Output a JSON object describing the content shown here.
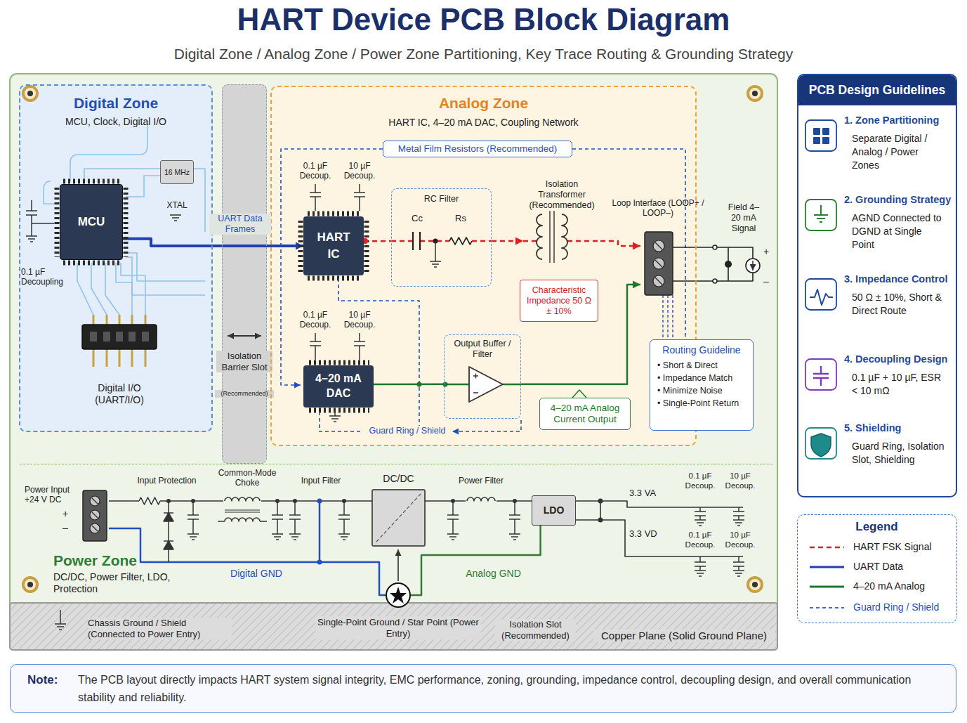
{
  "diagram": {
    "title": "HART Device PCB Block Diagram",
    "caption": "Digital Zone / Analog Zone / Power Zone Partitioning, Key Trace Routing & Grounding Strategy",
    "nodes": [
      {
        "text": [
          "Digital Zone",
          "MCU, Clock, Digital I/O"
        ]
      },
      {
        "text": [
          "MCU"
        ],
        "in": 0
      },
      {
        "text": [
          "16 MHz",
          "XTAL"
        ],
        "in": 0
      },
      {
        "text": [
          "Digital I/O (UART/I/O)"
        ],
        "in": 0
      },
      {
        "text": [
          "Isolation Barrier Slot",
          "(Recommended)"
        ]
      },
      {
        "text": [
          "Analog Zone",
          "HART IC, 4–20 mA DAC, Coupling Network"
        ]
      },
      {
        "text": [
          "Metal Film Resistors (Recommended)"
        ],
        "in": 5
      },
      {
        "text": [
          "HART IC"
        ],
        "in": 5
      },
      {
        "text": [
          "RC Filter"
        ],
        "in": 5
      },
      {
        "text": [
          "Isolation Transformer (Recommended)"
        ],
        "in": 5
      },
      {
        "text": [
          "Loop Interface (LOOP+ / LOOP–)"
        ],
        "in": 5
      },
      {
        "text": [
          "Characteristic Impedance 50 Ω ± 10%"
        ],
        "in": 5
      },
      {
        "text": [
          "4–20 mA DAC"
        ],
        "in": 5
      },
      {
        "text": [
          "Output Buffer / Filter"
        ],
        "in": 5
      },
      {
        "text": [
          "4–20 mA Analog Current Output"
        ],
        "in": 5
      },
      {
        "text": [
          "Routing Guideline",
          "• Short & Direct",
          "• Impedance Match",
          "• Minimize Noise",
          "• Single-Point Return"
        ]
      },
      {
        "text": [
          "Power Zone",
          "DC/DC, Power Filter, LDO, Protection"
        ]
      },
      {
        "text": [
          "Power Input +24 V DC"
        ],
        "in": 16
      },
      {
        "text": [
          "DC/DC"
        ],
        "in": 16
      },
      {
        "text": [
          "LDO"
        ],
        "in": 16
      },
      {
        "text": [
          "Single-Point Ground / Star Point (Power Entry)"
        ]
      },
      {
        "text": [
          "PCB Design Guidelines"
        ]
      },
      {
        "text": [
          "1. Zone Partitioning",
          "Separate Digital / Analog / Power Zones"
        ],
        "in": 21
      },
      {
        "text": [
          "2. Grounding Strategy",
          "AGND Connected to DGND at Single Point"
        ],
        "in": 21
      },
      {
        "text": [
          "3. Impedance Control",
          "50 Ω ± 10%, Short & Direct Route"
        ],
        "in": 21
      },
      {
        "text": [
          "4. Decoupling Design",
          "0.1 µF + 10 µF, ESR < 10 mΩ"
        ],
        "in": 21
      },
      {
        "text": [
          "5. Shielding",
          "Guard Ring, Isolation Slot, Shielding"
        ],
        "in": 21
      },
      {
        "text": [
          "Legend"
        ]
      },
      {
        "text": [
          "Note:",
          "The PCB layout directly impacts HART system signal integrity, EMC performance, zoning, grounding, impedance control, decoupling design, and overall communication stability and reliability."
        ]
      }
    ],
    "edges": [
      {
        "from": 1,
        "to": 7,
        "arrow": "to",
        "label": "UART Data Frames"
      },
      {
        "from": 7,
        "to": 8,
        "arrow": "none"
      },
      {
        "from": 8,
        "to": 9,
        "arrow": "to"
      },
      {
        "from": 9,
        "to": 10,
        "arrow": "to"
      },
      {
        "from": 12,
        "to": 13,
        "arrow": "none"
      },
      {
        "from": 13,
        "to": 10,
        "arrow": "to"
      },
      {
        "from": 17,
        "to": 18,
        "arrow": "none"
      },
      {
        "from": 18,
        "to": 19,
        "arrow": "none"
      },
      {
        "from": 17,
        "to": 20,
        "arrow": "none",
        "label": "Digital GND"
      },
      {
        "from": 19,
        "to": 20,
        "arrow": "none",
        "label": "Analog GND"
      }
    ],
    "labels": [
      "0.1 µF Decoupling",
      "0.1 µF Decoup.",
      "10 µF Decoup.",
      "Cc",
      "Rs",
      "Field 4–20 mA Signal",
      "+",
      "–",
      "0.1 µF Decoup.",
      "10 µF Decoup.",
      "Guard Ring / Shield",
      "+",
      "–",
      "Input Protection",
      "Common-Mode Choke",
      "Input Filter",
      "Power Filter",
      "3.3 VA",
      "3.3 VD",
      "0.1 µF Decoup.",
      "10 µF Decoup.",
      "0.1 µF Decoup.",
      "10 µF Decoup.",
      "Chassis Ground / Shield (Connected to Power Entry)",
      "Isolation Slot (Recommended)",
      "Copper Plane (Solid Ground Plane)"
    ],
    "legend": [
      {
        "text": "HART FSK Signal"
      },
      {
        "text": "UART Data"
      },
      {
        "text": "4–20 mA Analog"
      },
      {
        "text": "Guard Ring / Shield"
      }
    ]
  }
}
